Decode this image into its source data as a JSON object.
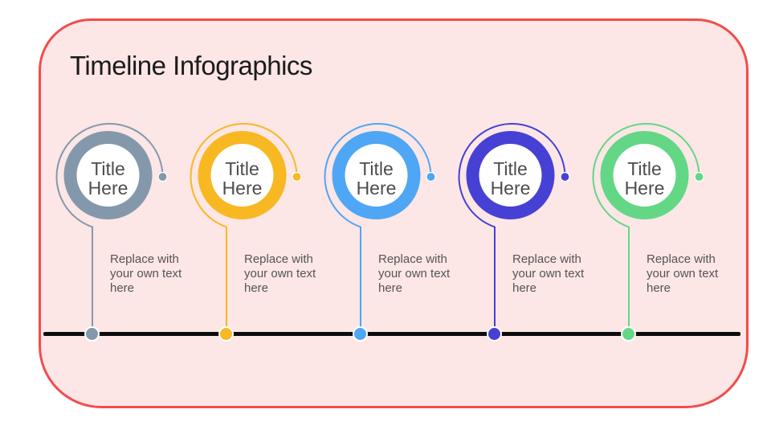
{
  "slide": {
    "title": "Timeline Infographics"
  },
  "colors": {
    "panel_fill": "#fce6e6",
    "panel_border": "#f24c4c",
    "timeline_axis": "#0d0d0d",
    "title_text": "#1b1b1b",
    "body_text": "#555555"
  },
  "items": [
    {
      "name": "step-1",
      "color": "#8399ab",
      "title": "Title\nHere",
      "description": "Replace with\nyour own text\nhere"
    },
    {
      "name": "step-2",
      "color": "#f8b822",
      "title": "Title\nHere",
      "description": "Replace with\nyour own text\nhere"
    },
    {
      "name": "step-3",
      "color": "#4ea6f4",
      "title": "Title\nHere",
      "description": "Replace with\nyour own text\nhere"
    },
    {
      "name": "step-4",
      "color": "#4641d4",
      "title": "Title\nHere",
      "description": "Replace with\nyour own text\nhere"
    },
    {
      "name": "step-5",
      "color": "#63d785",
      "title": "Title\nHere",
      "description": "Replace with\nyour own text\nhere"
    }
  ]
}
